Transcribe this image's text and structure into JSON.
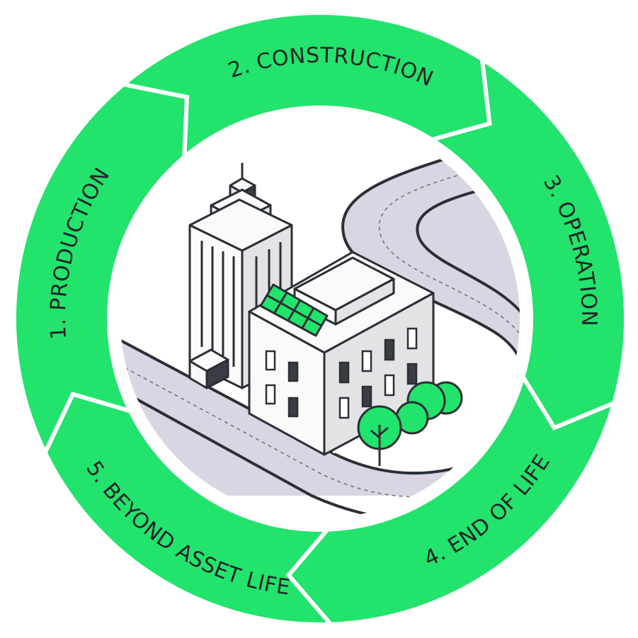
{
  "colors": {
    "ring_green": "#22e36c",
    "ring_gap": "#ffffff",
    "label_text": "#1f2328",
    "road": "#d9d5e2",
    "road_outline": "#2b2f36",
    "building_light": "#fafafa",
    "building_mid": "#e3e3e6",
    "building_dark": "#c9c9ce",
    "window": "#3a3d44",
    "solar_green": "#22e36c",
    "tree_green": "#22e36c"
  },
  "stages": [
    {
      "label": "1. PRODUCTION",
      "icon": "arrow-segment"
    },
    {
      "label": "2. CONSTRUCTION",
      "icon": "arrow-segment"
    },
    {
      "label": "3. OPERATION",
      "icon": "arrow-segment"
    },
    {
      "label": "4. END OF LIFE",
      "icon": "arrow-segment"
    },
    {
      "label": "5. BEYOND ASSET LIFE",
      "icon": "arrow-segment"
    }
  ],
  "center_illustration": {
    "icon": "isometric-city-block-icon",
    "elements": [
      "tower-icon",
      "office-building-icon",
      "solar-panel-icon",
      "road-icon",
      "tree-icon",
      "bush-icon"
    ]
  }
}
